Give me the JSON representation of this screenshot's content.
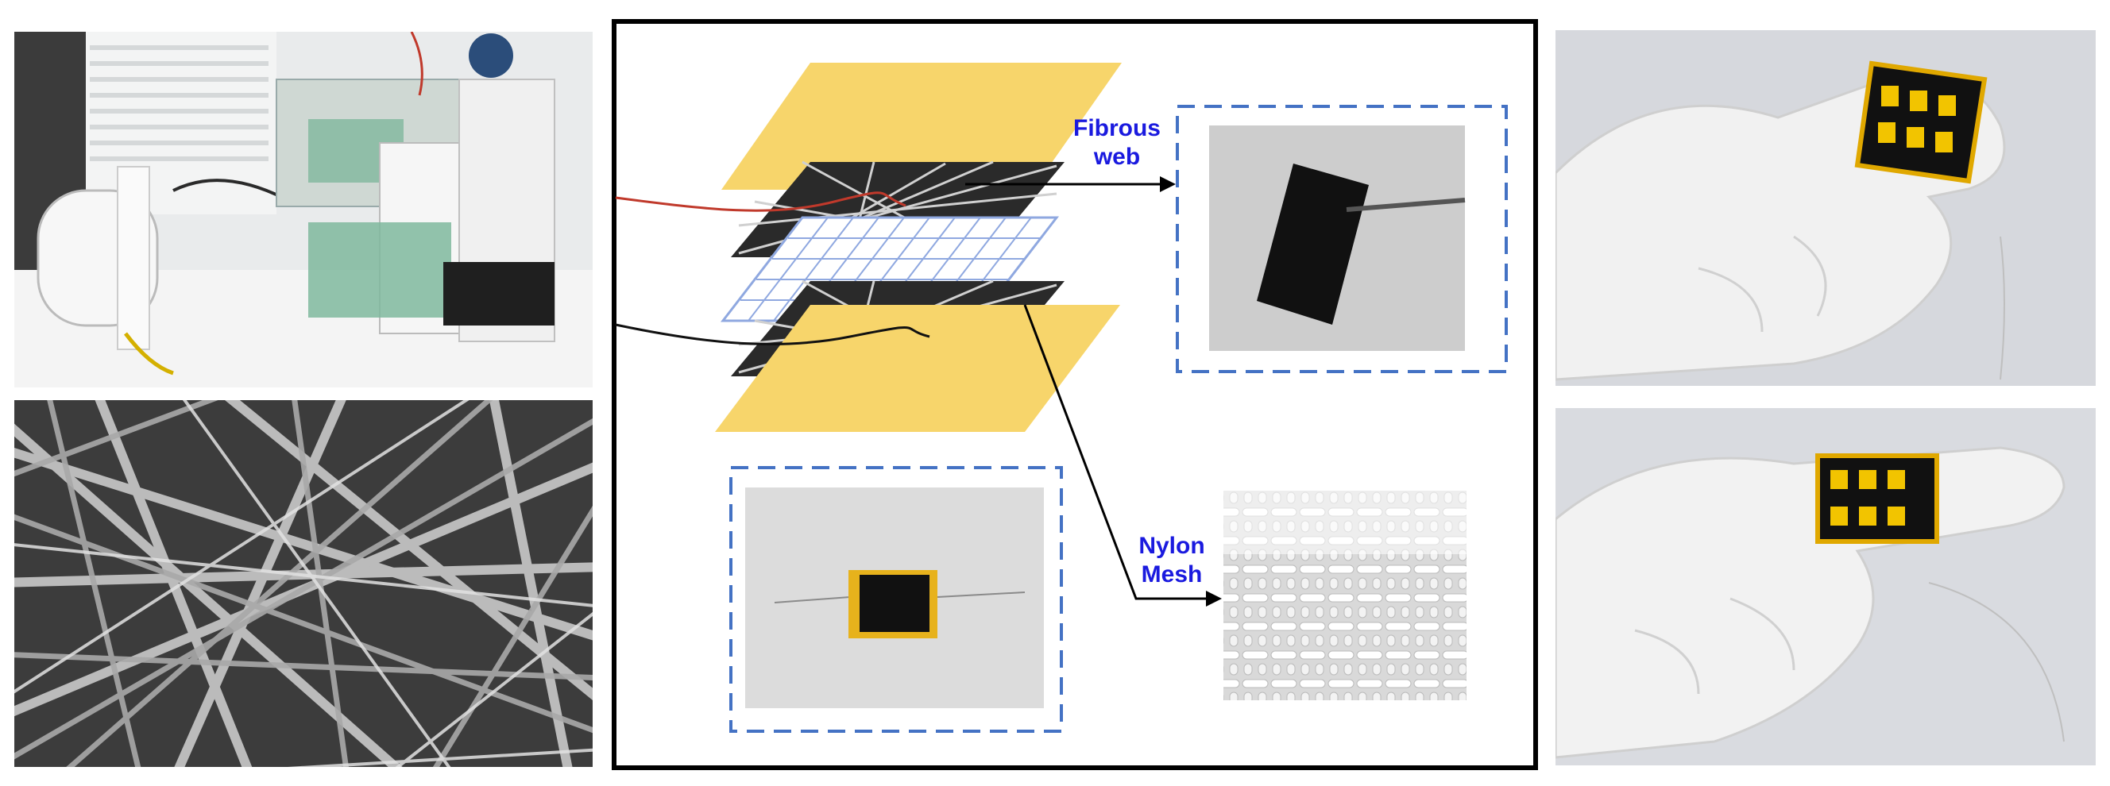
{
  "labels": {
    "fibrous_web_line1": "Fibrous",
    "fibrous_web_line2": "web",
    "nylon_mesh_line1": "Nylon",
    "nylon_mesh_line2": "Mesh"
  },
  "colors": {
    "electrode_yellow": "#f7d56b",
    "dashed_box": "#4472c4",
    "label_blue": "#1a1adf",
    "mesh_blue": "#8fa8e0",
    "wire_red": "#c0392b",
    "frame_black": "#000000"
  },
  "panels": [
    "electrospinning-setup-photo",
    "fiber-sem-image",
    "sensor-layer-schematic",
    "glove-finger-straight-photo",
    "glove-finger-bent-photo"
  ]
}
